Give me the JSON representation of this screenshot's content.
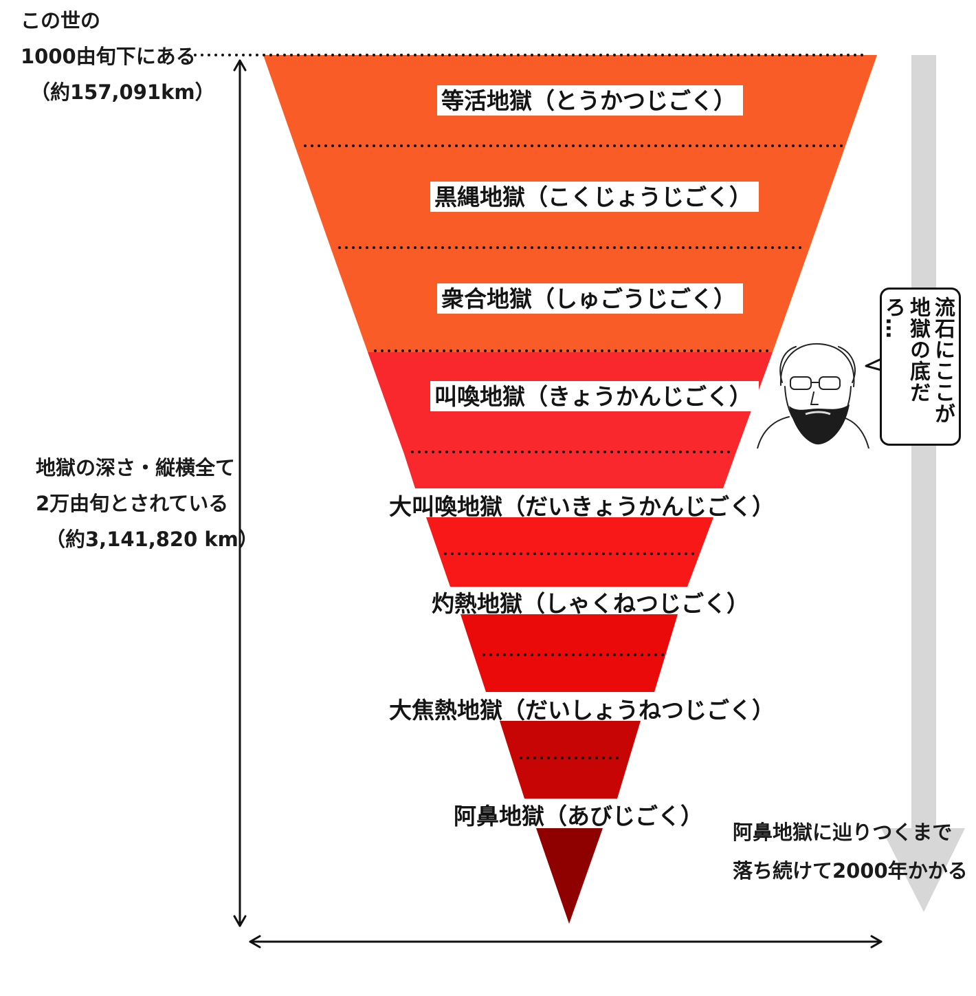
{
  "notes": {
    "top": [
      "この世の",
      "1000由旬下にある",
      "（約157,091km）"
    ],
    "middle": [
      "地獄の深さ・縦横全て",
      "2万由旬とされている",
      "（約3,141,820 km）"
    ],
    "bottom": [
      "阿鼻地獄に辿りつくまで",
      "落ち続けて2000年かかる"
    ]
  },
  "tiers": [
    {
      "label": "等活地獄（とうかつじごく）",
      "color": "#fa5c28"
    },
    {
      "label": "黒縄地獄（こくじょうじごく）",
      "color": "#fa5c28"
    },
    {
      "label": "衆合地獄（しゅごうじごく）",
      "color": "#fa5c28"
    },
    {
      "label": "叫喚地獄（きょうかんじごく）",
      "color": "#f8282d"
    },
    {
      "label": "大叫喚地獄（だいきょうかんじごく）",
      "color": "#f81818"
    },
    {
      "label": "灼熱地獄（しゃくねつじごく）",
      "color": "#ea0a0a"
    },
    {
      "label": "大焦熱地獄（だいしょうねつじごく）",
      "color": "#c80505"
    },
    {
      "label": "阿鼻地獄（あびじごく）",
      "color": "#8f0000"
    }
  ],
  "speech_bubble": {
    "text": "流石にここが地獄の底だろ…"
  },
  "icons": {
    "fall_arrow": "down-arrow-icon",
    "face": "bearded-man-icon"
  }
}
